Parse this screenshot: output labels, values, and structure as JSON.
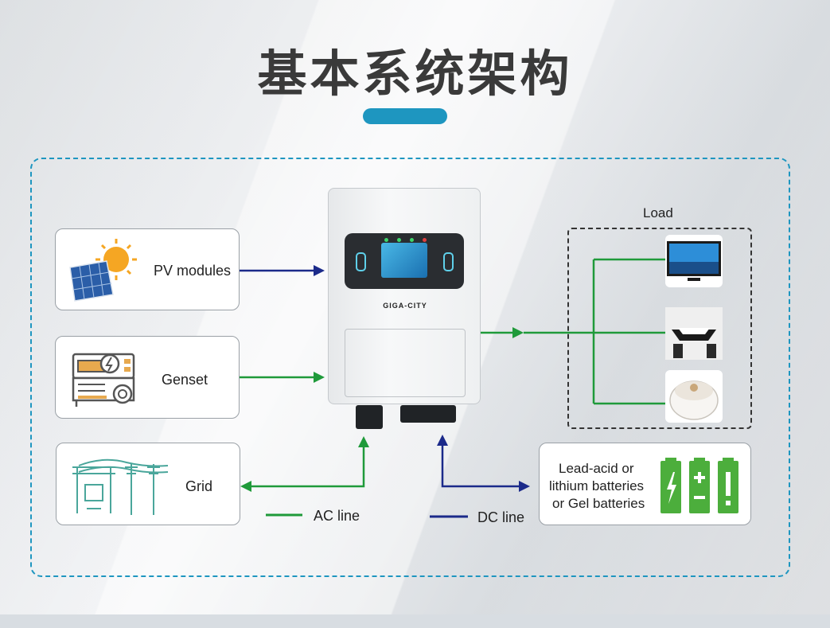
{
  "title": "基本系统架构",
  "sources": {
    "pv": "PV modules",
    "genset": "Genset",
    "grid": "Grid"
  },
  "inverter": {
    "brand": "GIGA-CITY"
  },
  "load": {
    "label": "Load"
  },
  "batteries": {
    "line1": "Lead-acid or",
    "line2": "lithium batteries",
    "line3": "or Gel batteries"
  },
  "legend": {
    "ac": "AC line",
    "dc": "DC line"
  },
  "colors": {
    "ac_line": "#1f9a3a",
    "dc_line": "#1b2a8a",
    "accent": "#1e96c0",
    "battery_green": "#4cae3c"
  },
  "icons": [
    "solar-panel-icon",
    "generator-icon",
    "power-tower-icon",
    "tv-icon",
    "ceiling-light-icon",
    "rice-cooker-icon",
    "battery-icon"
  ]
}
